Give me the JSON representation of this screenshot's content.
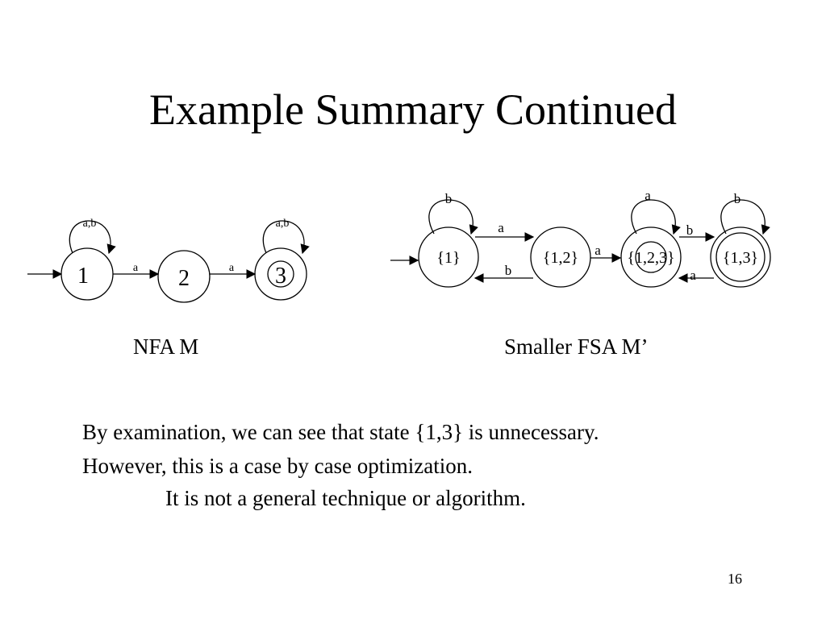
{
  "slide": {
    "title": "Example Summary Continued",
    "page_number": "16"
  },
  "nfa": {
    "caption": "NFA M",
    "states": [
      {
        "label": "1",
        "start": true,
        "accepting": false
      },
      {
        "label": "2",
        "start": false,
        "accepting": false
      },
      {
        "label": "3",
        "start": false,
        "accepting": true
      }
    ],
    "transitions": [
      {
        "from": "1",
        "to": "1",
        "label": "a,b"
      },
      {
        "from": "1",
        "to": "2",
        "label": "a"
      },
      {
        "from": "2",
        "to": "3",
        "label": "a"
      },
      {
        "from": "3",
        "to": "3",
        "label": "a,b"
      }
    ]
  },
  "fsa": {
    "caption": "Smaller FSA M’",
    "states": [
      {
        "label": "{1}",
        "start": true,
        "accepting": false
      },
      {
        "label": "{1,2}",
        "start": false,
        "accepting": false
      },
      {
        "label": "{1,2,3}",
        "start": false,
        "accepting": true
      },
      {
        "label": "{1,3}",
        "start": false,
        "accepting": true
      }
    ],
    "transitions": [
      {
        "from": "{1}",
        "to": "{1}",
        "label": "b"
      },
      {
        "from": "{1}",
        "to": "{1,2}",
        "label": "a"
      },
      {
        "from": "{1,2}",
        "to": "{1}",
        "label": "b"
      },
      {
        "from": "{1,2}",
        "to": "{1,2,3}",
        "label": "a"
      },
      {
        "from": "{1,2,3}",
        "to": "{1,2,3}",
        "label": "a"
      },
      {
        "from": "{1,2,3}",
        "to": "{1,3}",
        "label": "b"
      },
      {
        "from": "{1,3}",
        "to": "{1,2,3}",
        "label": "a"
      },
      {
        "from": "{1,3}",
        "to": "{1,3}",
        "label": "b"
      }
    ]
  },
  "body": {
    "line1": "By examination, we can see that state {1,3} is unnecessary.",
    "line2": "However, this is a case by case optimization.",
    "line3": "It is not a general technique or algorithm."
  }
}
